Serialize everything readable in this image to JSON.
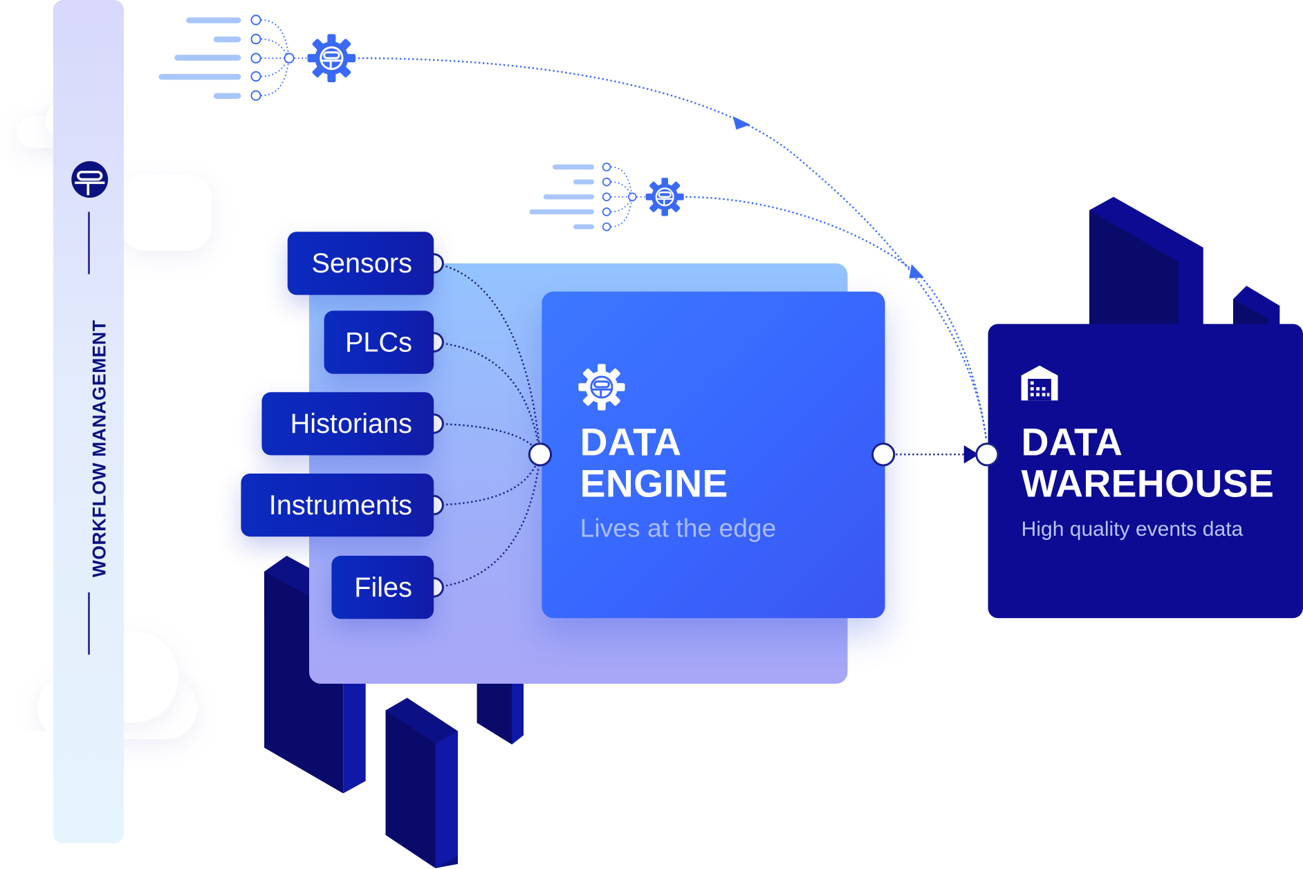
{
  "workflow": {
    "label": "WORKFLOW MANAGEMENT"
  },
  "sources": [
    {
      "label": "Sensors"
    },
    {
      "label": "PLCs"
    },
    {
      "label": "Historians"
    },
    {
      "label": "Instruments"
    },
    {
      "label": "Files"
    }
  ],
  "engine": {
    "title_line1": "DATA",
    "title_line2": "ENGINE",
    "subtitle": "Lives at the edge",
    "icon": "gear-icon"
  },
  "warehouse": {
    "title_line1": "DATA",
    "title_line2": "WAREHOUSE",
    "subtitle": "High quality events data",
    "icon": "warehouse-icon"
  },
  "integrations": [
    {
      "icon": "gear-icon"
    },
    {
      "icon": "gear-icon"
    }
  ],
  "colors": {
    "dark_navy": "#0d0b93",
    "engine_blue": "#3868ff",
    "pill_blue": "#0d22b5",
    "connector": "#1b1f8a",
    "accent": "#3a6af5"
  }
}
